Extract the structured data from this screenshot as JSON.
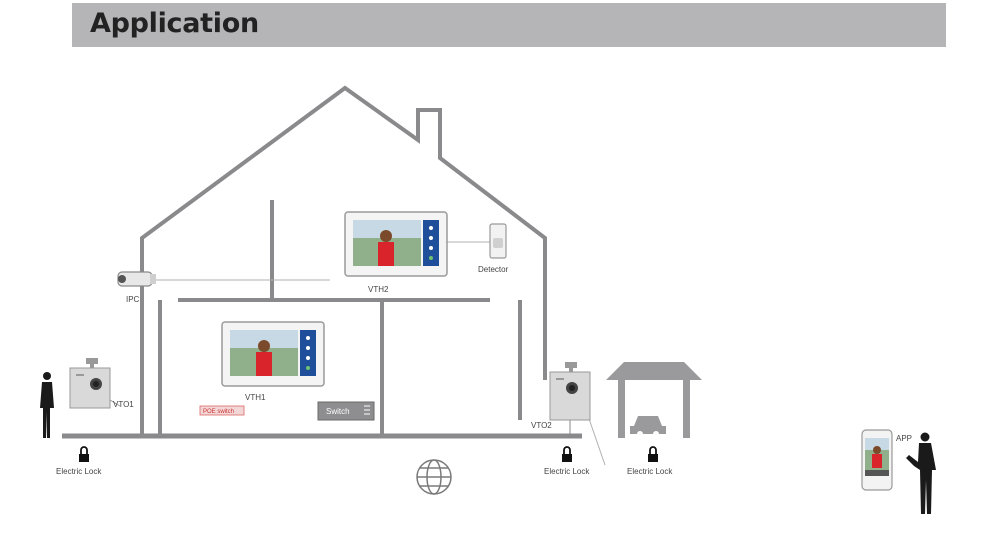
{
  "header": {
    "title": "Application"
  },
  "labels": {
    "monitor_top": "VTH2",
    "monitor_bottom": "VTH1",
    "detector": "Detector",
    "camera": "IPC",
    "door_station_left": "VTO1",
    "door_station_right": "VTO2",
    "switch": "Switch",
    "red_tag": "POE switch",
    "lock_left": "Electric Lock",
    "lock_right": "Electric Lock",
    "lock_garage": "Electric Lock",
    "app": "APP"
  },
  "icons": [
    "camera-icon",
    "monitor-icon",
    "detector-icon",
    "door-station-icon",
    "lock-icon",
    "person-icon",
    "globe-icon",
    "car-icon",
    "phone-icon",
    "switch-icon"
  ]
}
